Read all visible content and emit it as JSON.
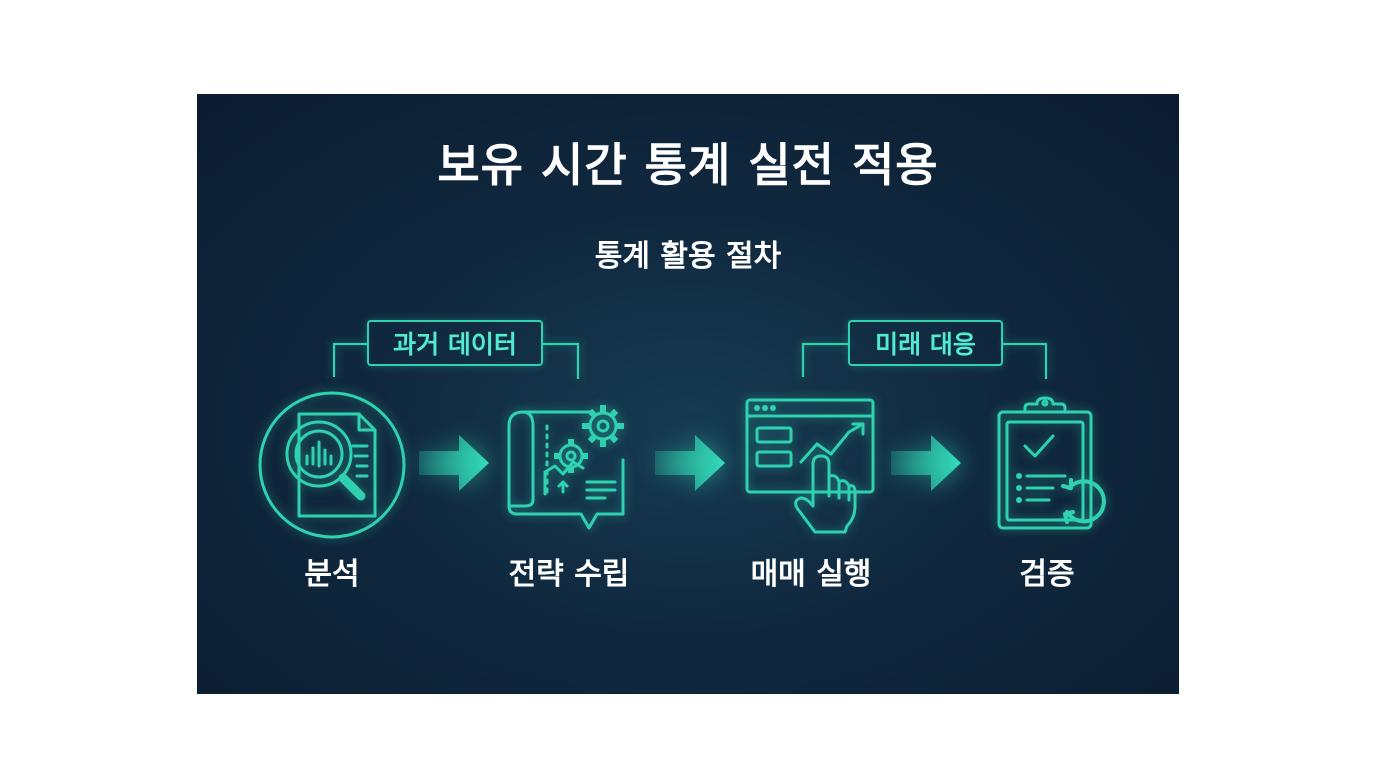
{
  "header": {
    "title": "보유 시간 통계 실전 적용",
    "subtitle": "통계 활용 절차"
  },
  "groups": [
    {
      "label": "과거 데이터"
    },
    {
      "label": "미래 대응"
    }
  ],
  "steps": [
    {
      "label": "분석",
      "icon": "document-magnifier-chart-icon"
    },
    {
      "label": "전략 수립",
      "icon": "blueprint-gears-icon"
    },
    {
      "label": "매매 실행",
      "icon": "browser-hand-click-icon"
    },
    {
      "label": "검증",
      "icon": "clipboard-check-refresh-icon"
    }
  ],
  "colors": {
    "background": "#0f2538",
    "accent": "#2fd1b0",
    "text": "#ffffff"
  }
}
